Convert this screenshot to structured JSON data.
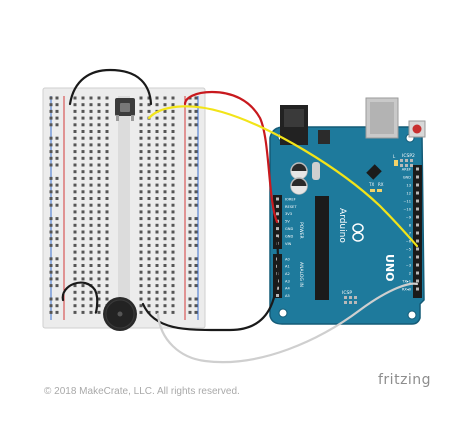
{
  "footer": {
    "copyright": "© 2018 MakeCrate, LLC.  All rights reserved.",
    "brand": "fritzing"
  },
  "arduino": {
    "board_text": "UNO",
    "brand_text": "Arduino",
    "reset_label": "RESET",
    "icsp_label": "ICSP",
    "icsp2_label": "ICSP2",
    "tx_label": "TX",
    "rx_label": "RX",
    "l_label": "L",
    "power_header_label": "POWER",
    "analog_header_label": "ANALOG IN",
    "digital_header_label": "DIGITAL (PWM~)",
    "power_pins": [
      "IOREF",
      "RESET",
      "3V3",
      "5V",
      "GND",
      "GND",
      "VIN"
    ],
    "analog_pins": [
      "A0",
      "A1",
      "A2",
      "A3",
      "A4",
      "A5"
    ],
    "digital_pins": [
      "AREF",
      "GND",
      "13",
      "12",
      "~11",
      "~10",
      "~9",
      "8",
      "7",
      "~6",
      "~5",
      "4",
      "~3",
      "2",
      "TX▸1",
      "RX◂0"
    ]
  },
  "colors": {
    "board": "#1e7a9c",
    "board_edge": "#145b77",
    "breadboard": "#ededed",
    "wire_black": "#1a1a1a",
    "wire_red": "#c8191e",
    "wire_yellow": "#f2e419",
    "wire_white": "#d9d9d9"
  }
}
